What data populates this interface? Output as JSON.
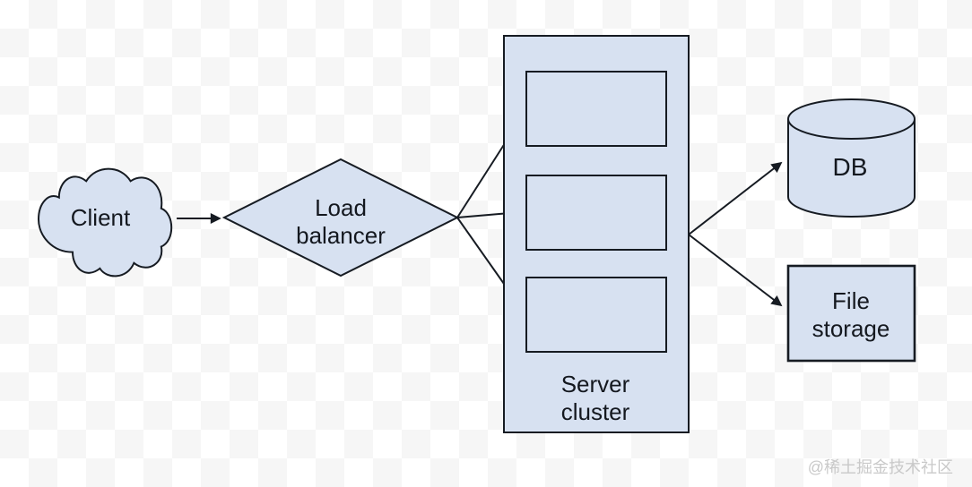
{
  "diagram": {
    "nodes": {
      "client": {
        "shape": "cloud",
        "label": "Client"
      },
      "load_balancer": {
        "shape": "diamond",
        "lines": [
          "Load",
          "balancer"
        ]
      },
      "server_cluster": {
        "shape": "rectangle",
        "lines": [
          "Server",
          "cluster"
        ],
        "server_count": 3
      },
      "db": {
        "shape": "cylinder",
        "label": "DB"
      },
      "file_storage": {
        "shape": "rectangle",
        "lines": [
          "File",
          "storage"
        ]
      }
    },
    "edges": [
      {
        "from": "client",
        "to": "load-balancer"
      },
      {
        "from": "load-balancer",
        "to": "server-1"
      },
      {
        "from": "load-balancer",
        "to": "server-2"
      },
      {
        "from": "load-balancer",
        "to": "server-3"
      },
      {
        "from": "server-cluster",
        "to": "db"
      },
      {
        "from": "server-cluster",
        "to": "file-storage"
      }
    ],
    "colors": {
      "fill": "#d7e1f1",
      "stroke": "#161b22",
      "text": "#14181f",
      "watermark": "#c9c9c9",
      "checker_light": "#ffffff",
      "checker_dark": "#f6f6f6"
    },
    "watermark": "@稀土掘金技术社区"
  }
}
